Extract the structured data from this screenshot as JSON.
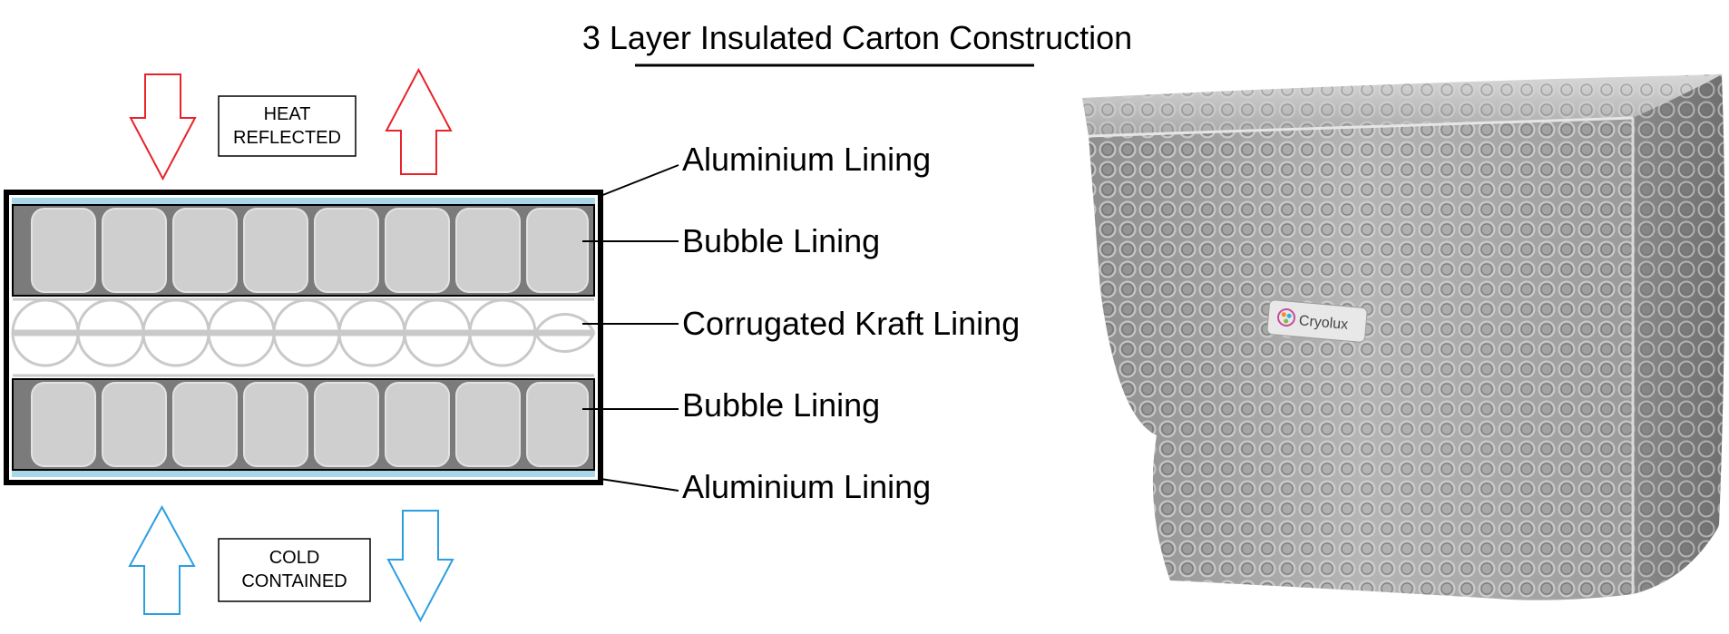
{
  "title": "3 Layer Insulated Carton Construction",
  "heat_label": {
    "line1": "HEAT",
    "line2": "REFLECTED"
  },
  "cold_label": {
    "line1": "COLD",
    "line2": "CONTAINED"
  },
  "callouts": [
    {
      "label": "Aluminium Lining"
    },
    {
      "label": "Bubble Lining"
    },
    {
      "label": "Corrugated Kraft Lining"
    },
    {
      "label": "Bubble Lining"
    },
    {
      "label": "Aluminium Lining"
    }
  ],
  "product": {
    "brand": "Cryolux"
  },
  "colors": {
    "heat_arrow": "#e8232a",
    "cold_arrow": "#2b9fe0",
    "aluminium": "#a9d6e8",
    "bubble_bg": "#7b7b7b",
    "bubble_cell": "#cfcfcf",
    "kraft": "#c9c9c9"
  },
  "icons": [
    "heat-in-arrow-icon",
    "heat-out-arrow-icon",
    "cold-in-arrow-icon",
    "cold-out-arrow-icon",
    "cryolux-logo-icon"
  ]
}
